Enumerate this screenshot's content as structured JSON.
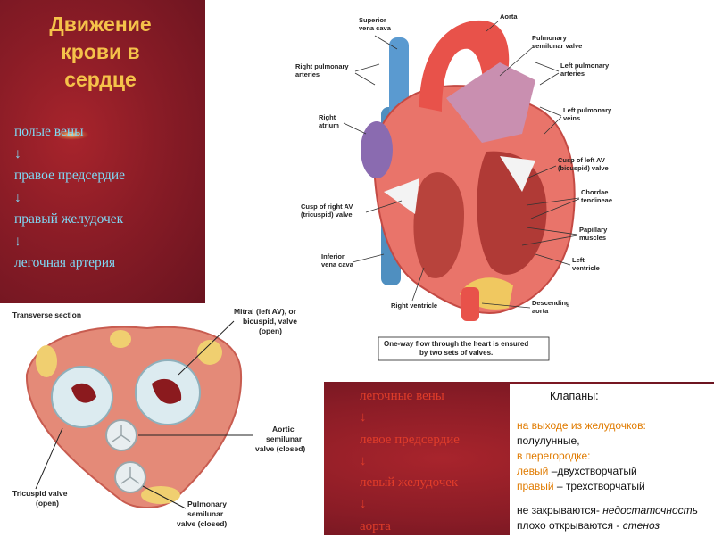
{
  "left_panel": {
    "title_lines": [
      "Движение",
      "крови в",
      "сердце"
    ],
    "flow": [
      "полые вены",
      "↓",
      "правое предсердие",
      "↓",
      "правый желудочек",
      "↓",
      "легочная артерия"
    ]
  },
  "heart_labels": {
    "superior_vena_cava": [
      "Superior",
      "vena cava"
    ],
    "aorta": "Aorta",
    "pulmonary_semilunar_valve": [
      "Pulmonary",
      "semilunar valve"
    ],
    "right_pulmonary_arteries": [
      "Right pulmonary",
      "arteries"
    ],
    "left_pulmonary_arteries": [
      "Left pulmonary",
      "arteries"
    ],
    "left_pulmonary_veins": [
      "Left pulmonary",
      "veins"
    ],
    "right_atrium": [
      "Right",
      "atrium"
    ],
    "cusp_left_av": [
      "Cusp of left AV",
      "(bicuspid) valve"
    ],
    "chordae_tendineae": [
      "Chordae",
      "tendineae"
    ],
    "cusp_right_av": [
      "Cusp of right AV",
      "(tricuspid) valve"
    ],
    "papillary_muscles": [
      "Papillary",
      "muscles"
    ],
    "inferior_vena_cava": [
      "Inferior",
      "vena cava"
    ],
    "left_ventricle": [
      "Left",
      "ventricle"
    ],
    "right_ventricle": "Right ventricle",
    "descending_aorta": [
      "Descending",
      "aorta"
    ],
    "caption": [
      "One-way flow through the heart is ensured",
      "by two sets of valves."
    ]
  },
  "section_labels": {
    "transverse_section": "Transverse section",
    "mitral": [
      "Mitral (left AV), or",
      "bicuspid, valve",
      "(open)"
    ],
    "aortic": [
      "Aortic",
      "semilunar",
      "valve (closed)"
    ],
    "tricuspid": [
      "Tricuspid valve",
      "(open)"
    ],
    "pulmonary": [
      "Pulmonary",
      "semilunar",
      "valve (closed)"
    ]
  },
  "right_panel": {
    "flow": [
      "легочные вены",
      "↓",
      "левое предсердие",
      "↓",
      "левый желудочек",
      "↓",
      "аорта"
    ],
    "valves": {
      "title": "Клапаны:",
      "line1": "на выходе из желудочков:",
      "line2": "полулунные,",
      "line3": "в перегородке:",
      "line4_a": "левый",
      "line4_b": " –двухстворчатый",
      "line5_a": "правый",
      "line5_b": " – трехстворчатый",
      "line6_a": "не закрываются- ",
      "line6_b": "недостаточность",
      "line7_a": "плохо открываются - ",
      "line7_b": "стеноз"
    }
  },
  "colors": {
    "panel_red": "#8a1c26",
    "title_gold": "#f5c24a",
    "flow_cyan": "#7fd8f4",
    "orange": "#e07b00"
  }
}
